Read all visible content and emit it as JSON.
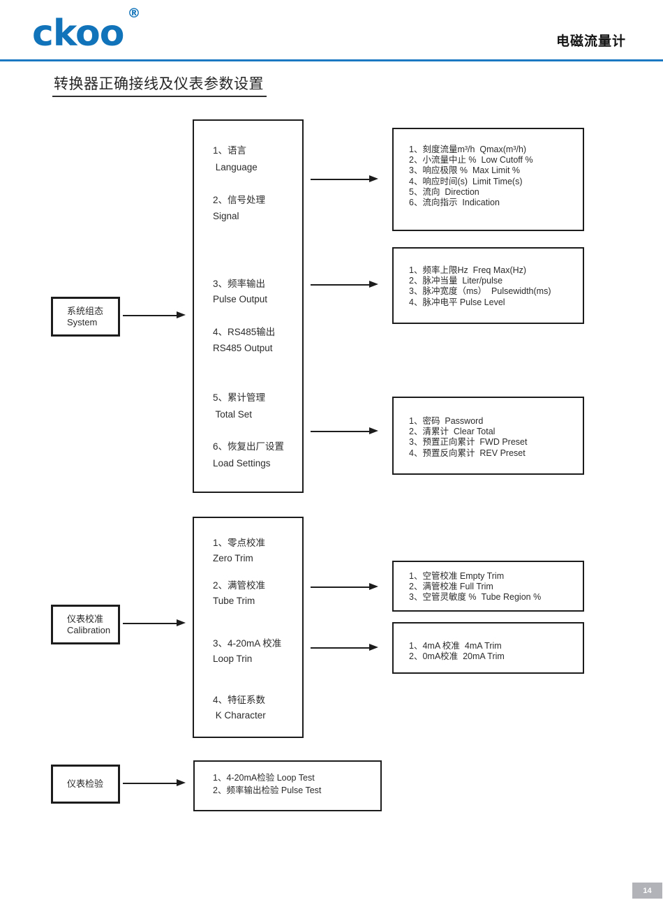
{
  "header": {
    "logo_text": "ckoo",
    "registered_mark": "®",
    "product_name": "电磁流量计",
    "logo_color": "#1173b9",
    "rule_color": "#1b79c3"
  },
  "title": "转换器正确接线及仪表参数设置",
  "flowchart": {
    "left_boxes": {
      "system": {
        "cn": "系统组态",
        "en": "System"
      },
      "calibration": {
        "cn": "仪表校准",
        "en": "Calibration"
      },
      "check": {
        "cn": "仪表检验"
      }
    },
    "menu_system": {
      "items": [
        {
          "cn": "1、语言",
          "en": " Language"
        },
        {
          "cn": "2、信号处理",
          "en": "Signal"
        },
        {
          "cn": "3、频率输出",
          "en": "Pulse Output"
        },
        {
          "cn": "4、RS485输出",
          "en": "RS485 Output"
        },
        {
          "cn": "5、累计管理",
          "en": " Total Set"
        },
        {
          "cn": "6、恢复出厂设置",
          "en": "Load Settings"
        }
      ]
    },
    "menu_calibration": {
      "items": [
        {
          "cn": "1、零点校准",
          "en": "Zero Trim"
        },
        {
          "cn": "2、满管校准",
          "en": "Tube Trim"
        },
        {
          "cn": "3、4-20mA 校准",
          "en": "Loop Trin"
        },
        {
          "cn": "4、特征系数",
          "en": " K Character"
        }
      ]
    },
    "detail_signal": [
      "1、刻度流量m³/h  Qmax(m³/h)",
      "2、小流量中止 %  Low Cutoff %",
      "3、响应极限 %  Max Limit %",
      "4、响应时间(s)  Limit Time(s)",
      "5、流向  Direction",
      "6、流向指示  Indication"
    ],
    "detail_pulse": [
      "1、频率上限Hz  Freq Max(Hz)",
      "2、脉冲当量  Liter/pulse",
      "3、脉冲宽度（ms）  Pulsewidth(ms)",
      "4、脉冲电平 Pulse Level"
    ],
    "detail_total": [
      "1、密码  Password",
      "2、清累计  Clear Total",
      "3、预置正向累计  FWD Preset",
      "4、预置反向累计  REV Preset"
    ],
    "detail_tube": [
      "1、空管校准 Empty Trim",
      "2、满管校准 Full Trim",
      "3、空管灵敏度 %  Tube Region %"
    ],
    "detail_loop": [
      "1、4mA 校准  4mA Trim",
      "2、0mA校准  20mA Trim"
    ],
    "detail_test": [
      "1、4-20mA检验 Loop Test",
      "2、频率输出检验 Pulse Test"
    ]
  },
  "footer": {
    "page_number": "14"
  }
}
